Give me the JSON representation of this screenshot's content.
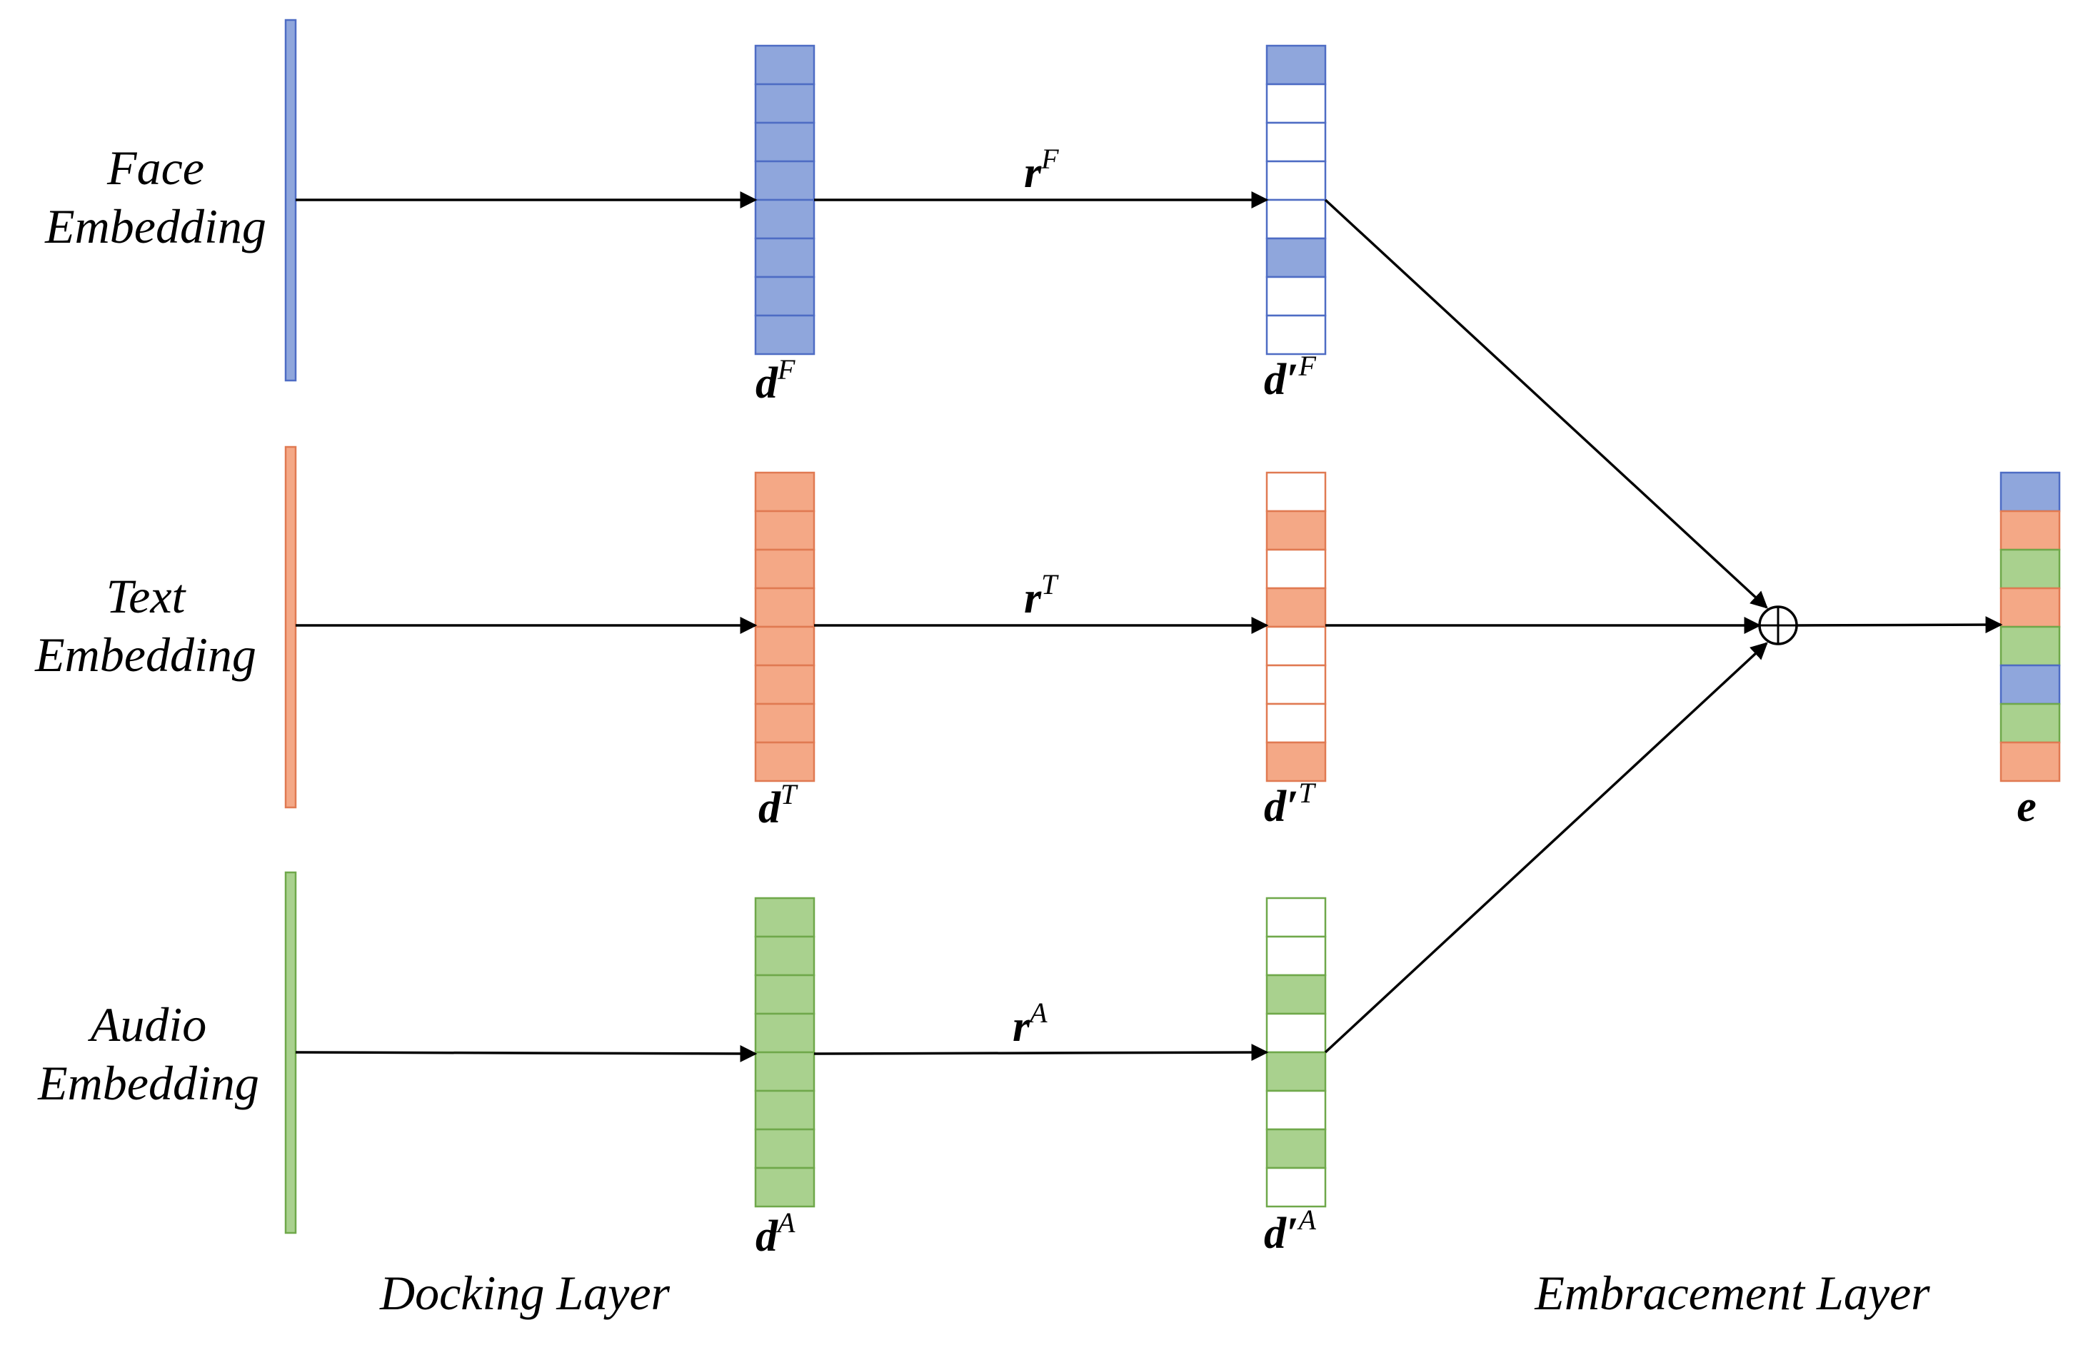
{
  "colors": {
    "face_fill": "#8FA6DC",
    "face_stroke": "#4E6CC4",
    "text_fill": "#F4A886",
    "text_stroke": "#E07A52",
    "audio_fill": "#A9D18E",
    "audio_stroke": "#6FA84A",
    "empty_fill": "#FFFFFF"
  },
  "rows": [
    {
      "key": "face",
      "label_line1": "Face",
      "label_line2": "Embedding",
      "r_base": "r",
      "r_sup": "F",
      "d_base": "d",
      "d_sup": "F",
      "dprime_base": "d′",
      "dprime_sup": "F",
      "dprime_mask": [
        1,
        0,
        0,
        0,
        0,
        1,
        0,
        0
      ]
    },
    {
      "key": "text",
      "label_line1": "Text",
      "label_line2": "Embedding",
      "r_base": "r",
      "r_sup": "T",
      "d_base": "d",
      "d_sup": "T",
      "dprime_base": "d′",
      "dprime_sup": "T",
      "dprime_mask": [
        0,
        1,
        0,
        1,
        0,
        0,
        0,
        1
      ]
    },
    {
      "key": "audio",
      "label_line1": "Audio",
      "label_line2": "Embedding",
      "r_base": "r",
      "r_sup": "A",
      "d_base": "d",
      "d_sup": "A",
      "dprime_base": "d′",
      "dprime_sup": "A",
      "dprime_mask": [
        0,
        0,
        1,
        0,
        1,
        0,
        1,
        0
      ]
    }
  ],
  "output": {
    "label": "e",
    "cells": [
      "face",
      "text",
      "audio",
      "text",
      "audio",
      "face",
      "audio",
      "text"
    ]
  },
  "operator_symbol": "⊕",
  "footer": {
    "docking": "Docking Layer",
    "embracement": "Embracement Layer"
  }
}
